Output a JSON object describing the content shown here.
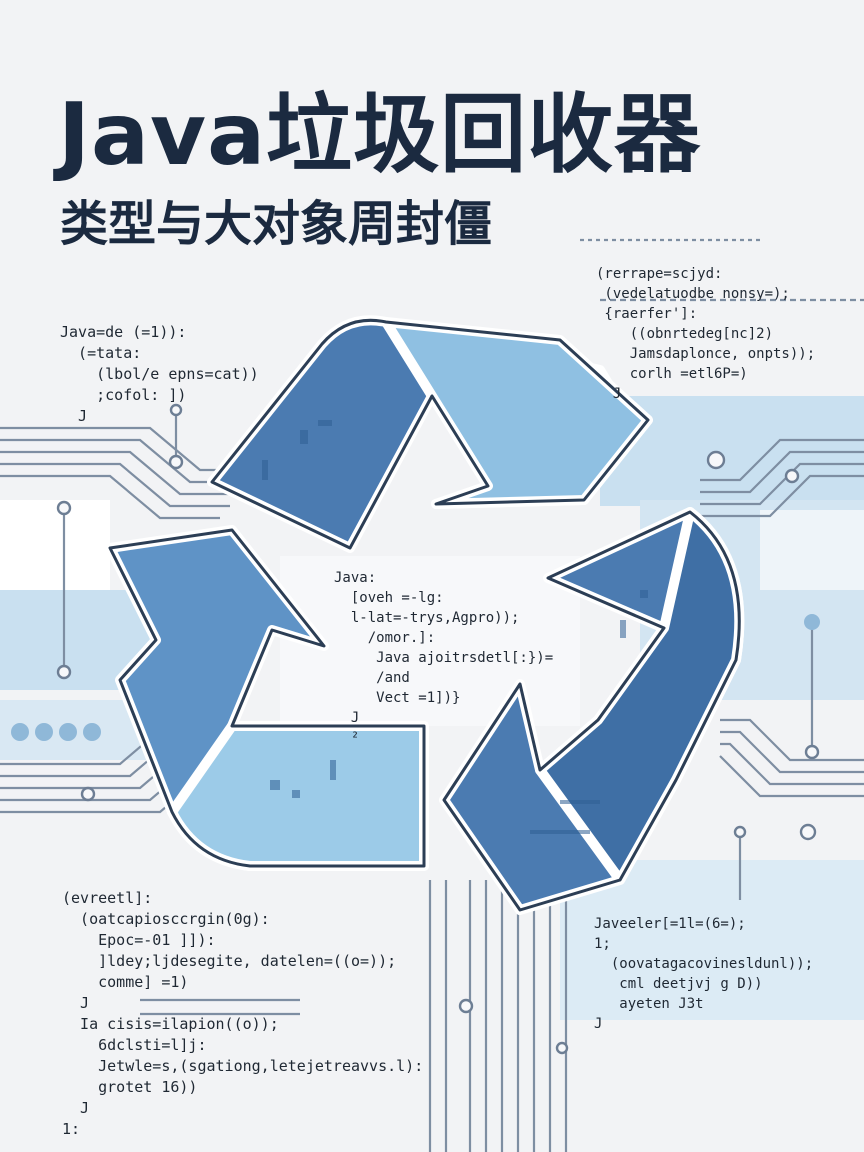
{
  "poster": {
    "title": "Java垃圾回收器",
    "subtitle": "类型与大对象周封僵"
  },
  "icons": {
    "recycle": "recycle-arrows-icon",
    "circuit": "circuit-traces-icon"
  },
  "colors": {
    "background": "#f2f3f5",
    "title": "#1b2a40",
    "arrow_dark": "#4b7bb1",
    "arrow_light": "#8fc0e2",
    "band_light": "#c9e0f0",
    "trace": "#7e8ea2"
  },
  "code_blocks": {
    "left_top": [
      "Java=de (=1)):",
      "  (=tata:",
      "    (lbol/e epns=cat))",
      "    ;cofol: ])",
      "  J"
    ],
    "right_top": [
      "(rerrape=scjyd:",
      " (vedelatuodbe nonsy=);",
      " {raerfer']:",
      "    ((obnrtedeg[nc]2)",
      "    Jamsdaplonce, onpts));",
      "    corlh =etl6P=)",
      "  J"
    ],
    "center": [
      "Java:",
      "  [oveh =-lg:",
      "  l-lat=-trys,Agpro));",
      "    /omor.]:",
      "     Java ajoitrsdetl[:})=",
      "     /and",
      "     Vect =1])}",
      "  J",
      "  ²"
    ],
    "bottom_left": [
      "(evreetl]:",
      "  (oatcapiosccrgin(0g):",
      "    Epoc=-01 ]]):",
      "    ]ldey;ljdesegite, datelen=((o=));",
      "    comme] =1)",
      "  J",
      "  Ia cisis=ilapion((o));",
      "    6dclsti=l]j:",
      "    Jetwle=s,(sgationg,letejetreavvs.l):",
      "    grotet 16))",
      "  J",
      "1:"
    ],
    "bottom_right": [
      "Javeeler[=1l=(6=);",
      "1;",
      "  (oovatagacovinesldunl));",
      "   cml deetjvj g D))",
      "   ayeten J3t",
      "J"
    ]
  }
}
